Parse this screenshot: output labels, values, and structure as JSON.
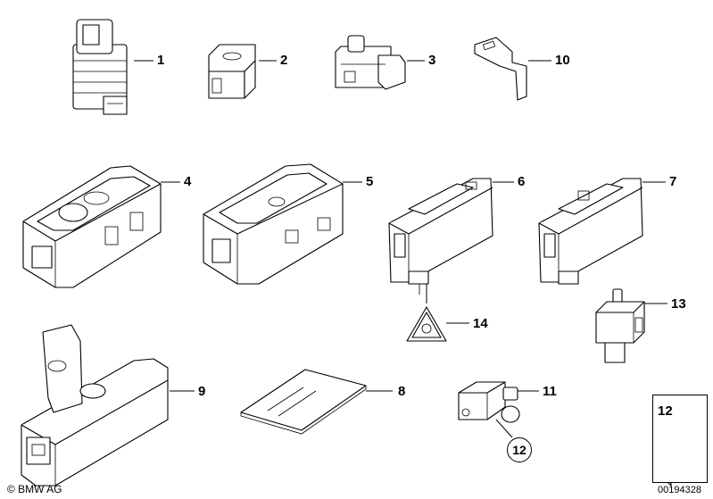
{
  "callouts": {
    "c1": "1",
    "c2": "2",
    "c3": "3",
    "c4": "4",
    "c5": "5",
    "c6": "6",
    "c7": "7",
    "c8": "8",
    "c9": "9",
    "c10": "10",
    "c11": "11",
    "c12": "12",
    "c13": "13",
    "c14": "14"
  },
  "legend": {
    "label": "12"
  },
  "footer": {
    "copyright": "© BMW AG",
    "doc_number": "00194328"
  }
}
